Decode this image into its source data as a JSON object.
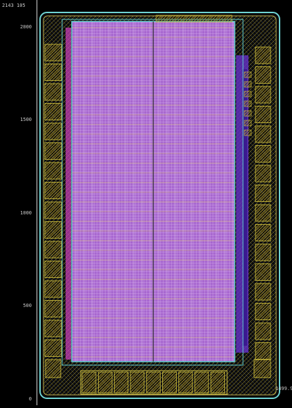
{
  "viewer": {
    "top_left_coord": "2143 105",
    "bottom_right_coord": "1499.9",
    "y_axis": {
      "range": [
        0,
        2143
      ],
      "ticks": [
        "0",
        "500",
        "1000",
        "1500",
        "2000"
      ]
    }
  },
  "colors": {
    "background": "#000000",
    "die_outline": "#6fd4d4",
    "pad_ring": "#c0b050",
    "io_pad": "#d8c840",
    "core_fill": "#b070d8",
    "core_grid": "#ffffff",
    "supply_strap": "#e8d84a",
    "power_ring": "#5fcfd0",
    "left_macro": "#d040c0",
    "right_macro": "#6030c0"
  },
  "icons": [
    "layout-viewer-ruler"
  ]
}
